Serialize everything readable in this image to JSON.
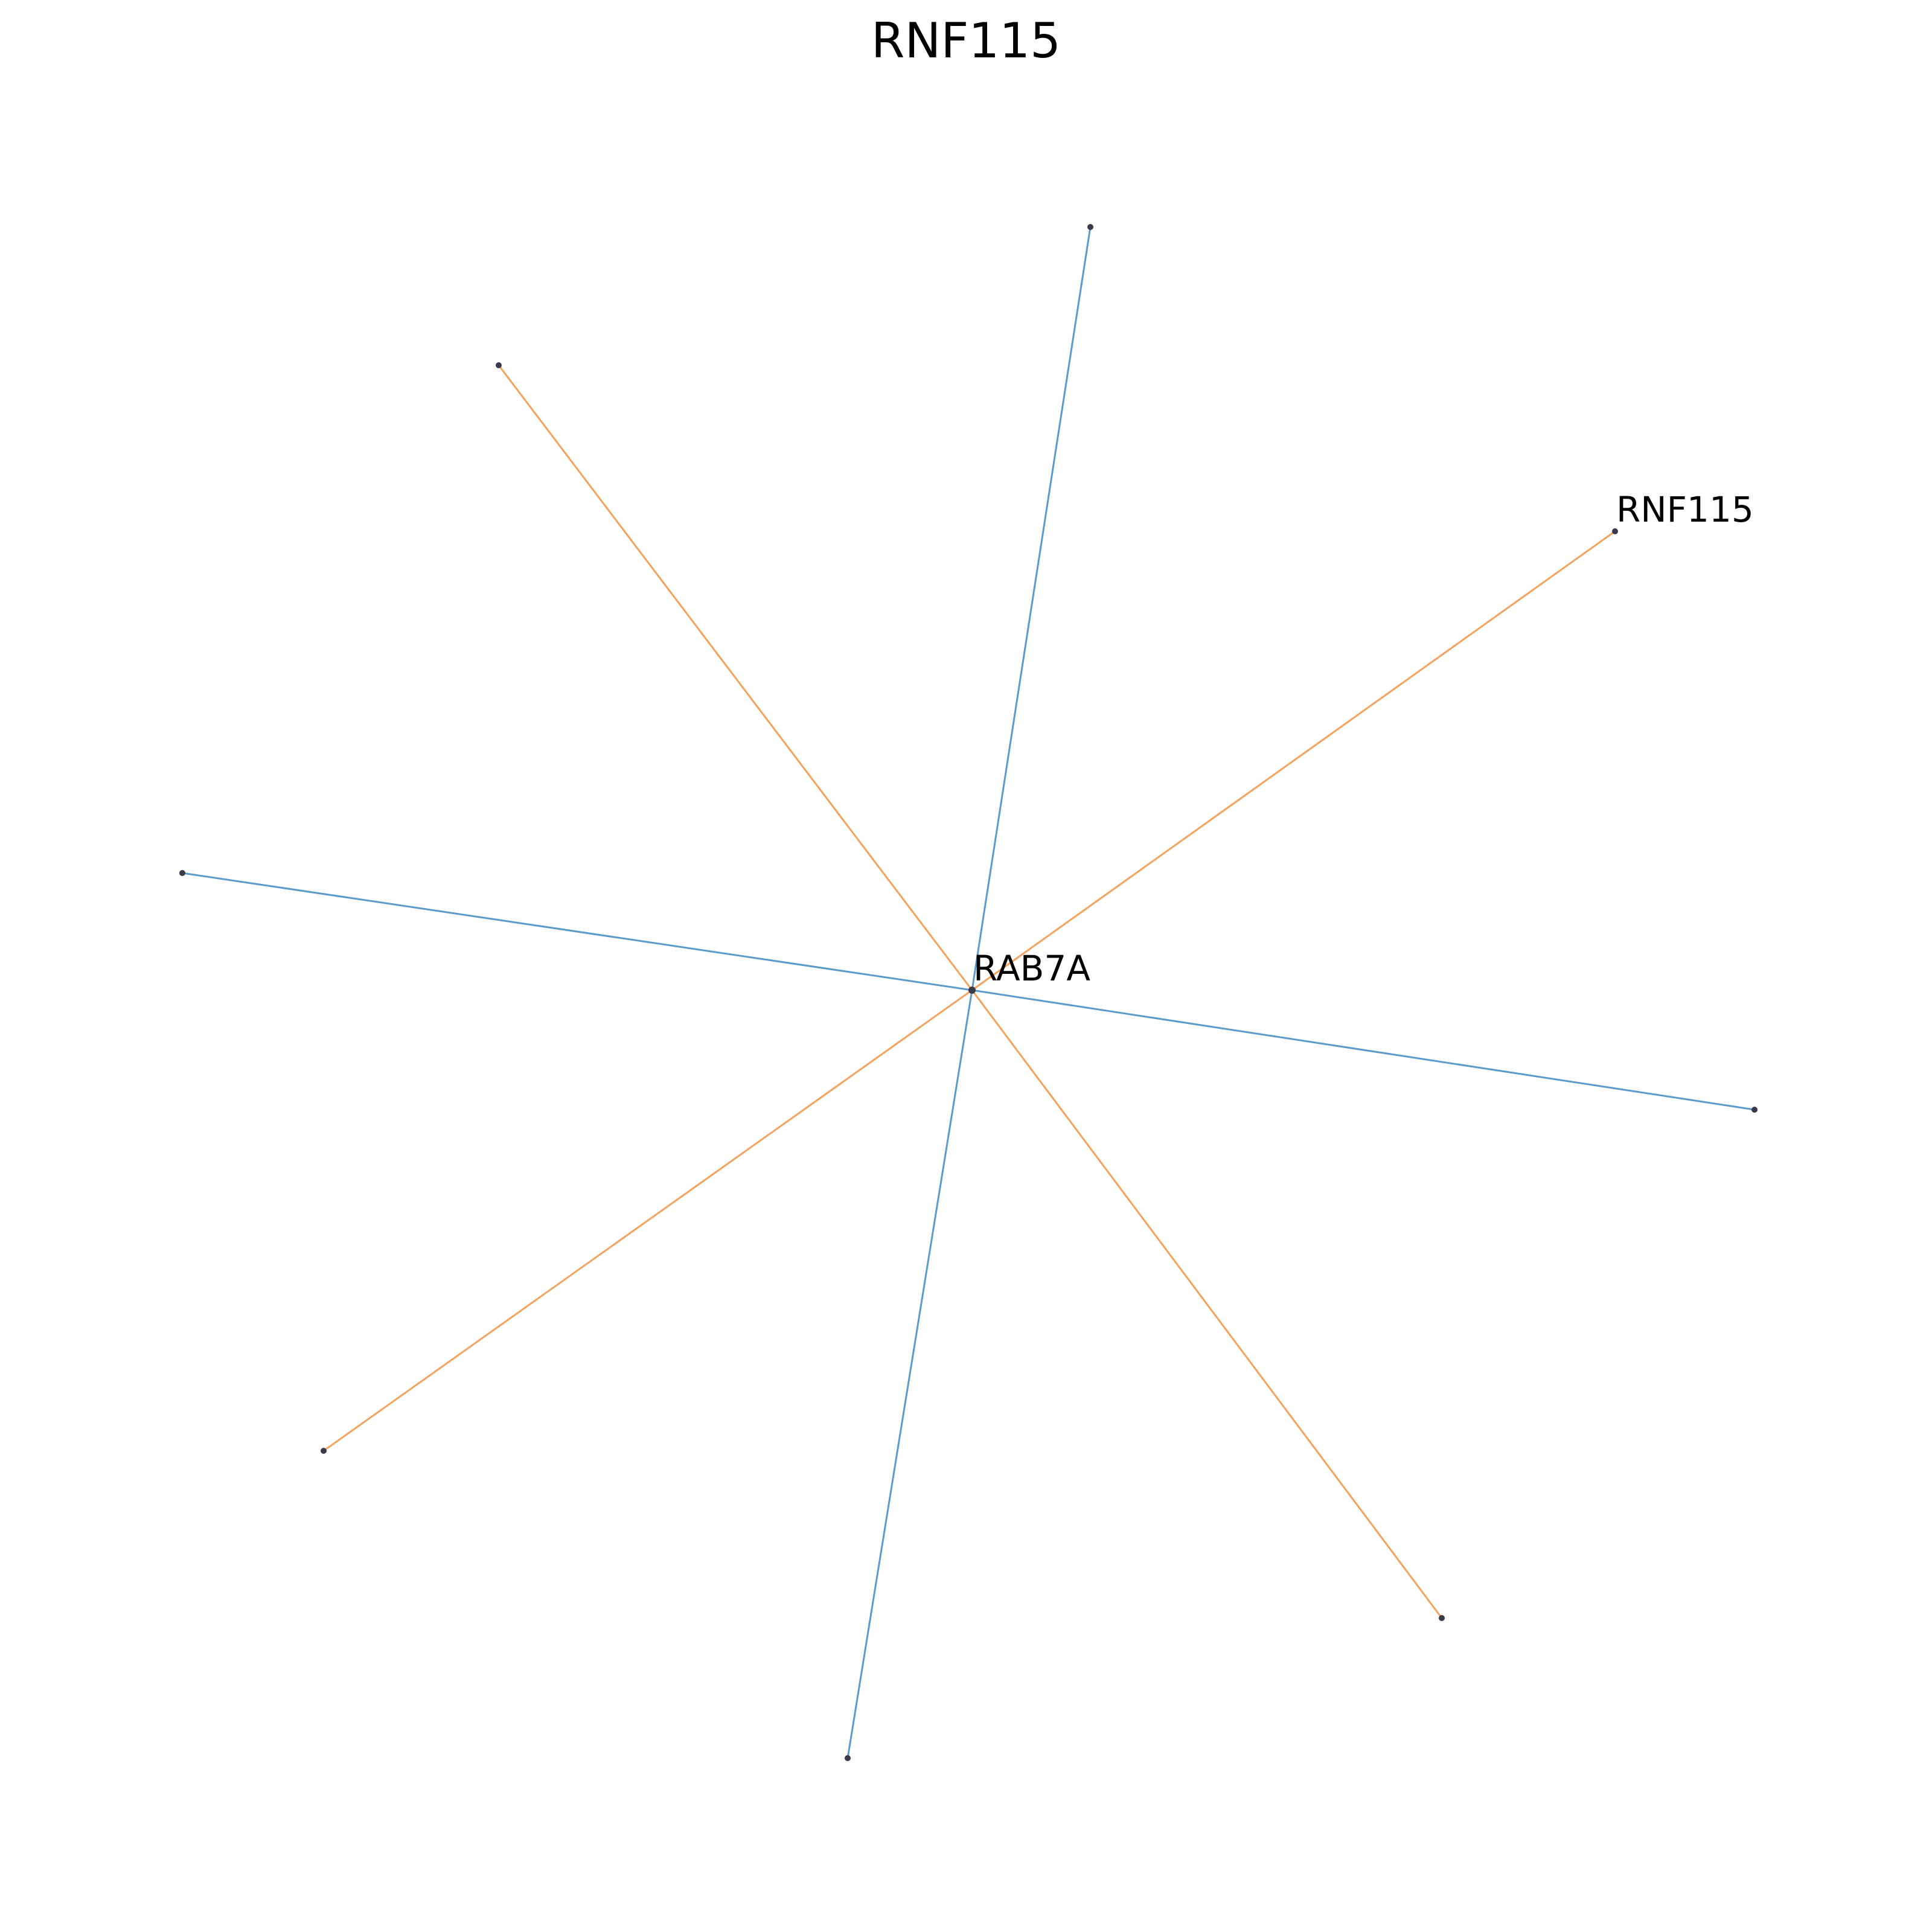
{
  "title": "RNF115",
  "colors": {
    "edge_blue": "#5a9bcc",
    "edge_orange": "#f5a25d",
    "node_fill": "#3a3a4a",
    "background": "#ffffff"
  },
  "graph": {
    "center_node": "RAB7A",
    "nodes": [
      {
        "id": "RAB7A",
        "label": "RAB7A"
      },
      {
        "id": "RNF115",
        "label": "RNF115"
      },
      {
        "id": "n_top",
        "label": ""
      },
      {
        "id": "n_upper_left",
        "label": ""
      },
      {
        "id": "n_left",
        "label": ""
      },
      {
        "id": "n_lower_left",
        "label": ""
      },
      {
        "id": "n_bottom",
        "label": ""
      },
      {
        "id": "n_lower_right",
        "label": ""
      },
      {
        "id": "n_right",
        "label": ""
      }
    ],
    "edges": [
      {
        "source": "RAB7A",
        "target": "n_top",
        "color": "blue"
      },
      {
        "source": "RAB7A",
        "target": "n_bottom",
        "color": "blue"
      },
      {
        "source": "RAB7A",
        "target": "n_left",
        "color": "blue"
      },
      {
        "source": "RAB7A",
        "target": "n_right",
        "color": "blue"
      },
      {
        "source": "RAB7A",
        "target": "n_upper_left",
        "color": "orange"
      },
      {
        "source": "RAB7A",
        "target": "n_lower_right",
        "color": "orange"
      },
      {
        "source": "RAB7A",
        "target": "RNF115",
        "color": "orange"
      },
      {
        "source": "RAB7A",
        "target": "n_lower_left",
        "color": "orange"
      }
    ]
  }
}
